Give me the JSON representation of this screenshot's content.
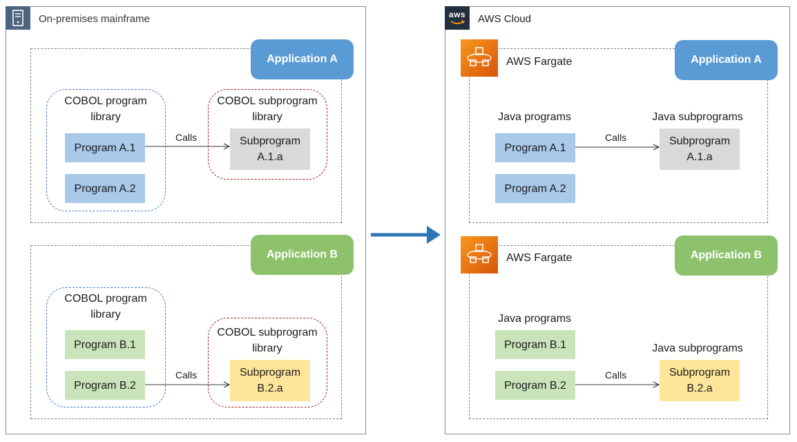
{
  "onprem": {
    "title": "On-premises mainframe",
    "app_a": {
      "badge": "Application A",
      "lib_label": "COBOL program library",
      "programs": [
        "Program A.1",
        "Program A.2"
      ],
      "sub_lib_label": "COBOL subprogram library",
      "subprogram": "Subprogram A.1.a",
      "calls": "Calls"
    },
    "app_b": {
      "badge": "Application B",
      "lib_label": "COBOL program library",
      "programs": [
        "Program B.1",
        "Program B.2"
      ],
      "sub_lib_label": "COBOL subprogram library",
      "subprogram": "Subprogram B.2.a",
      "calls": "Calls"
    }
  },
  "aws": {
    "logo_text": "aws",
    "title": "AWS Cloud",
    "app_a": {
      "service": "AWS Fargate",
      "badge": "Application A",
      "programs_label": "Java programs",
      "programs": [
        "Program A.1",
        "Program A.2"
      ],
      "sub_label": "Java subprograms",
      "subprogram": "Subprogram A.1.a",
      "calls": "Calls"
    },
    "app_b": {
      "service": "AWS Fargate",
      "badge": "Application B",
      "programs_label": "Java programs",
      "programs": [
        "Program B.1",
        "Program B.2"
      ],
      "sub_label": "Java subprograms",
      "subprogram": "Subprogram B.2.a",
      "calls": "Calls"
    }
  },
  "colors": {
    "app_a_badge": "#5b9bd5",
    "app_b_badge": "#8dc16b",
    "program_a": "#a9c9eb",
    "program_b": "#c9e3bb",
    "subprogram_a": "#d9d9d9",
    "subprogram_b": "#ffe599",
    "fargate_icon": "#e8720c",
    "migration_arrow": "#2e75b6"
  }
}
